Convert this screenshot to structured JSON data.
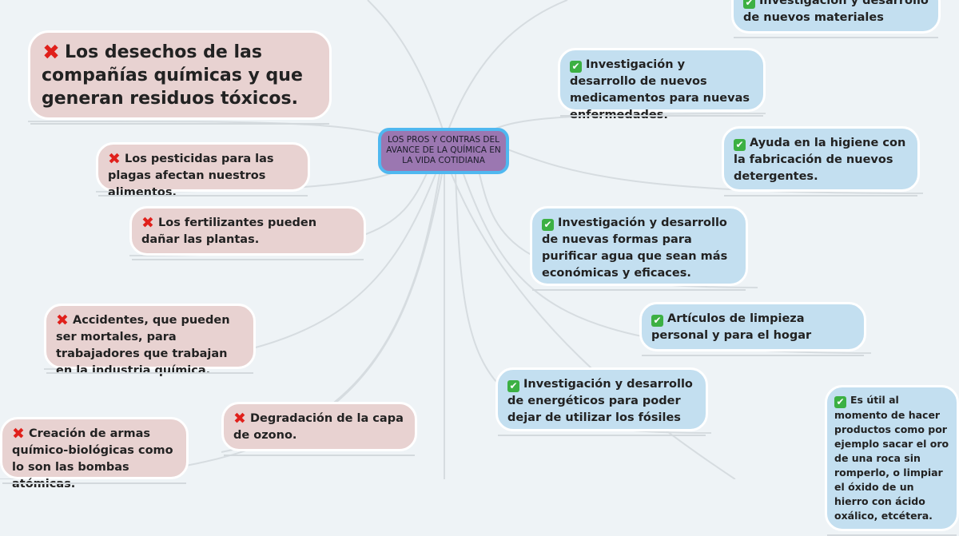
{
  "central_topic": "LOS PROS Y CONTRAS DEL AVANCE DE LA QUÍMICA EN LA VIDA COTIDIANA",
  "colors": {
    "pro": "#c3dff0",
    "con": "#e8d2d1",
    "center": "#9b77b1",
    "center_border": "#4fb8f0"
  },
  "contras": [
    {
      "icon": "cross-mark-icon",
      "text": "Los desechos de las compañías químicas y que generan residuos tóxicos."
    },
    {
      "icon": "cross-mark-icon",
      "text": "Los pesticidas para las plagas afectan nuestros alimentos."
    },
    {
      "icon": "cross-mark-icon",
      "text": "Los fertilizantes pueden dañar las plantas."
    },
    {
      "icon": "cross-mark-icon",
      "text": "Accidentes, que pueden ser mortales, para trabajadores que trabajan en la industria química."
    },
    {
      "icon": "cross-mark-icon",
      "text": "Degradación de la capa de ozono."
    },
    {
      "icon": "cross-mark-icon",
      "text": "Creación de armas químico-biológicas como lo son las bombas atómicas."
    }
  ],
  "pros": [
    {
      "icon": "check-mark-icon",
      "text": "Investigación y desarrollo de nuevos materiales"
    },
    {
      "icon": "check-mark-icon",
      "text": "Investigación y desarrollo de nuevos medicamentos para nuevas enfermedades."
    },
    {
      "icon": "check-mark-icon",
      "text": "Ayuda en la higiene  con la fabricación de nuevos detergentes."
    },
    {
      "icon": "check-mark-icon",
      "text": "Investigación y desarrollo de nuevas formas para purificar agua que sean más económicas y eficaces."
    },
    {
      "icon": "check-mark-icon",
      "text": "Artículos de limpieza personal y para el hogar"
    },
    {
      "icon": "check-mark-icon",
      "text": "Investigación y desarrollo de energéticos para poder dejar de utilizar los fósiles"
    },
    {
      "icon": "check-mark-icon",
      "text": "Es útil al momento de hacer productos como por ejemplo sacar el oro de una roca sin romperlo, o limpiar el óxido de un hierro con ácido oxálico, etcétera."
    }
  ]
}
